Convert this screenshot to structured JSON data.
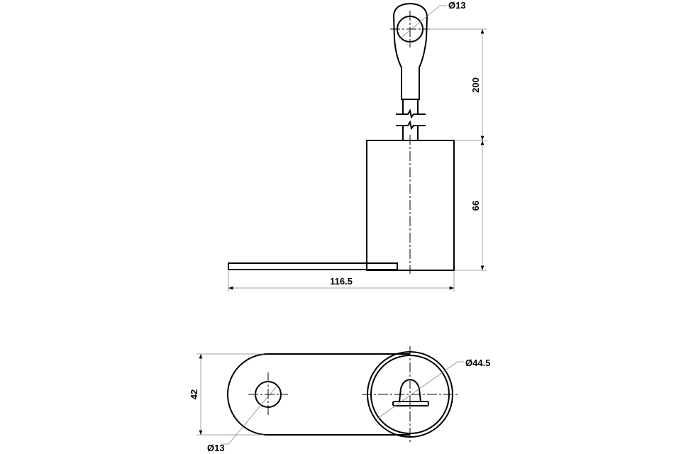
{
  "drawing": {
    "dimensions": {
      "eye_hole_diameter": "Ø13",
      "eye_height": "200",
      "cylinder_height": "66",
      "overall_length": "116.5",
      "plate_width": "42",
      "plate_hole_diameter": "Ø13",
      "tube_diameter": "Ø44.5"
    },
    "colors": {
      "line": "#000000",
      "dimension_line": "#888888",
      "background": "#ffffff"
    }
  }
}
